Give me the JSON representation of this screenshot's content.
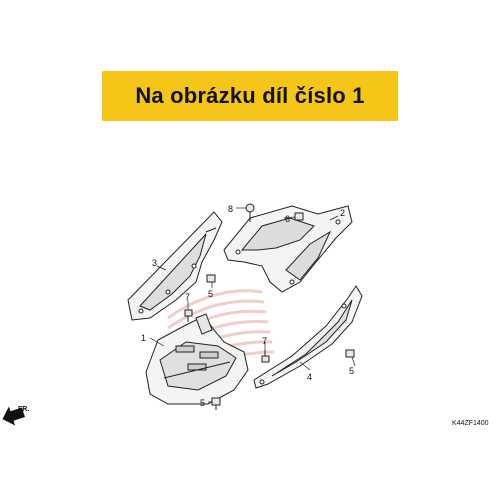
{
  "banner": {
    "text": "Na obrázku díl číslo 1"
  },
  "callouts": {
    "c1": "1",
    "c2": "2",
    "c3": "3",
    "c4": "4",
    "c5a": "5",
    "c5b": "5",
    "c5c": "5",
    "c6": "6",
    "c7a": "7",
    "c7b": "7",
    "c8": "8"
  },
  "direction": {
    "label": "FR."
  },
  "diagram_code": "K44ZF1400",
  "colors": {
    "banner": "#f5c518",
    "watermark": "#e8a39a"
  }
}
